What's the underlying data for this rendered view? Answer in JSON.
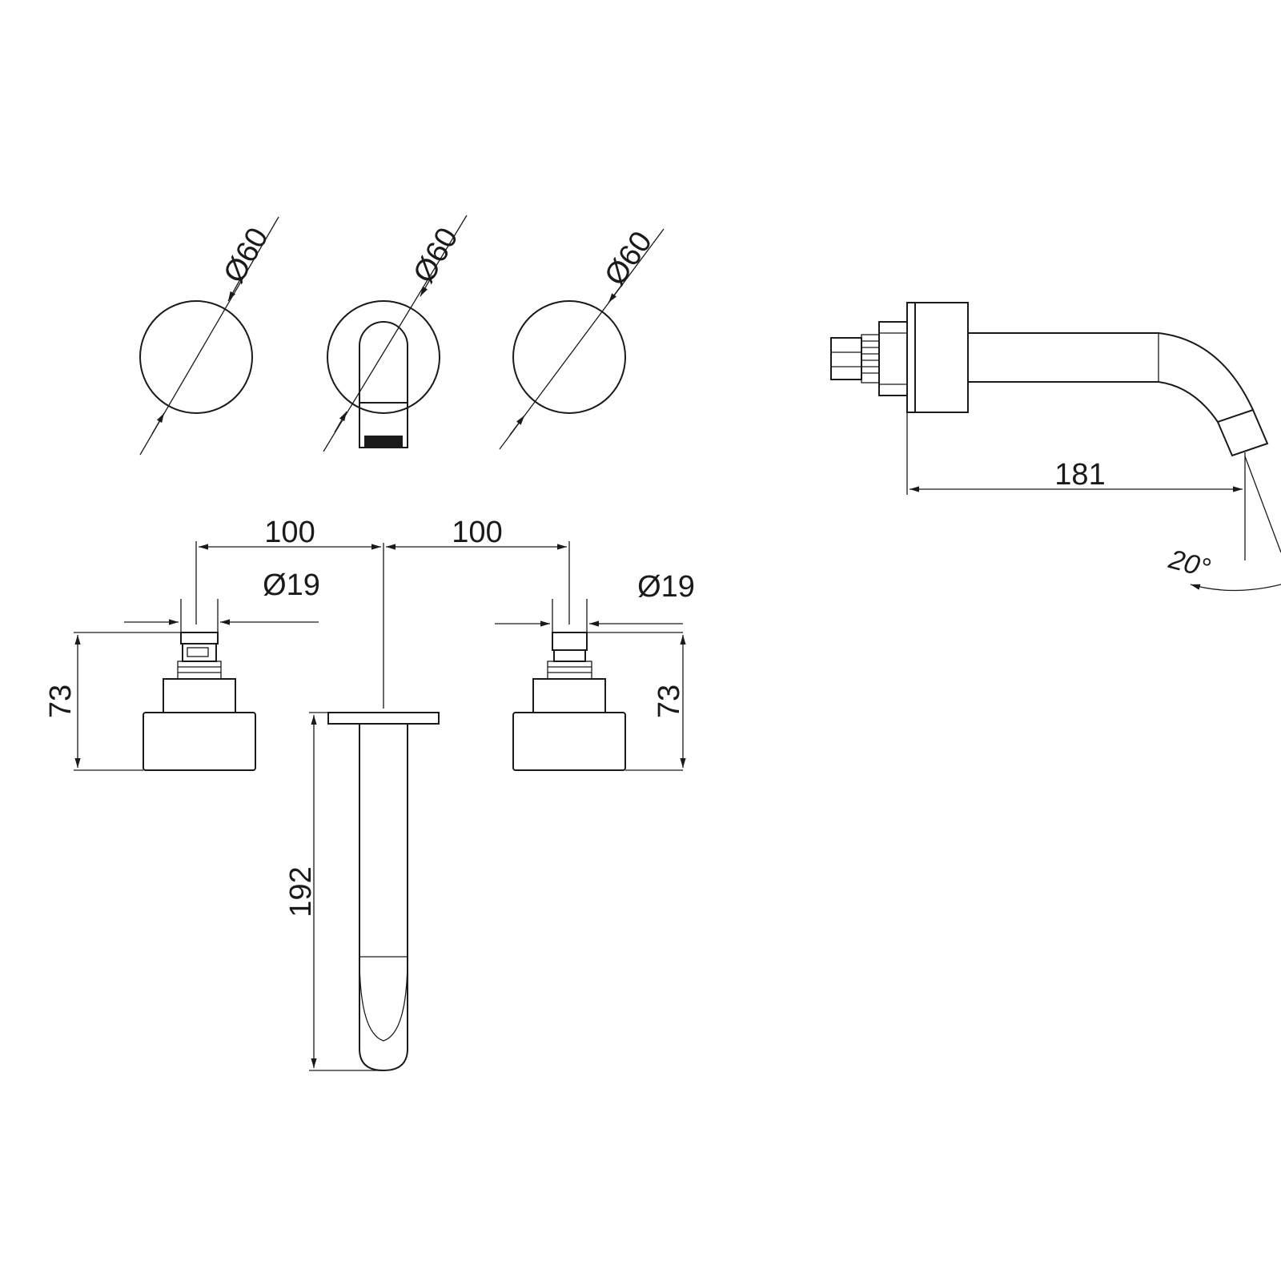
{
  "drawing": {
    "colors": {
      "line": "#1a1a1a",
      "background": "#ffffff"
    },
    "top_view": {
      "left_handle_diameter": "Ø60",
      "spout_plate_diameter": "Ø60",
      "right_handle_diameter": "Ø60"
    },
    "side_view": {
      "spout_projection": "181",
      "spout_angle": "20°"
    },
    "front_view": {
      "left_spacing": "100",
      "right_spacing": "100",
      "left_stem_diameter": "Ø19",
      "right_stem_diameter": "Ø19",
      "left_handle_height": "73",
      "right_handle_height": "73",
      "spout_length": "192"
    }
  }
}
